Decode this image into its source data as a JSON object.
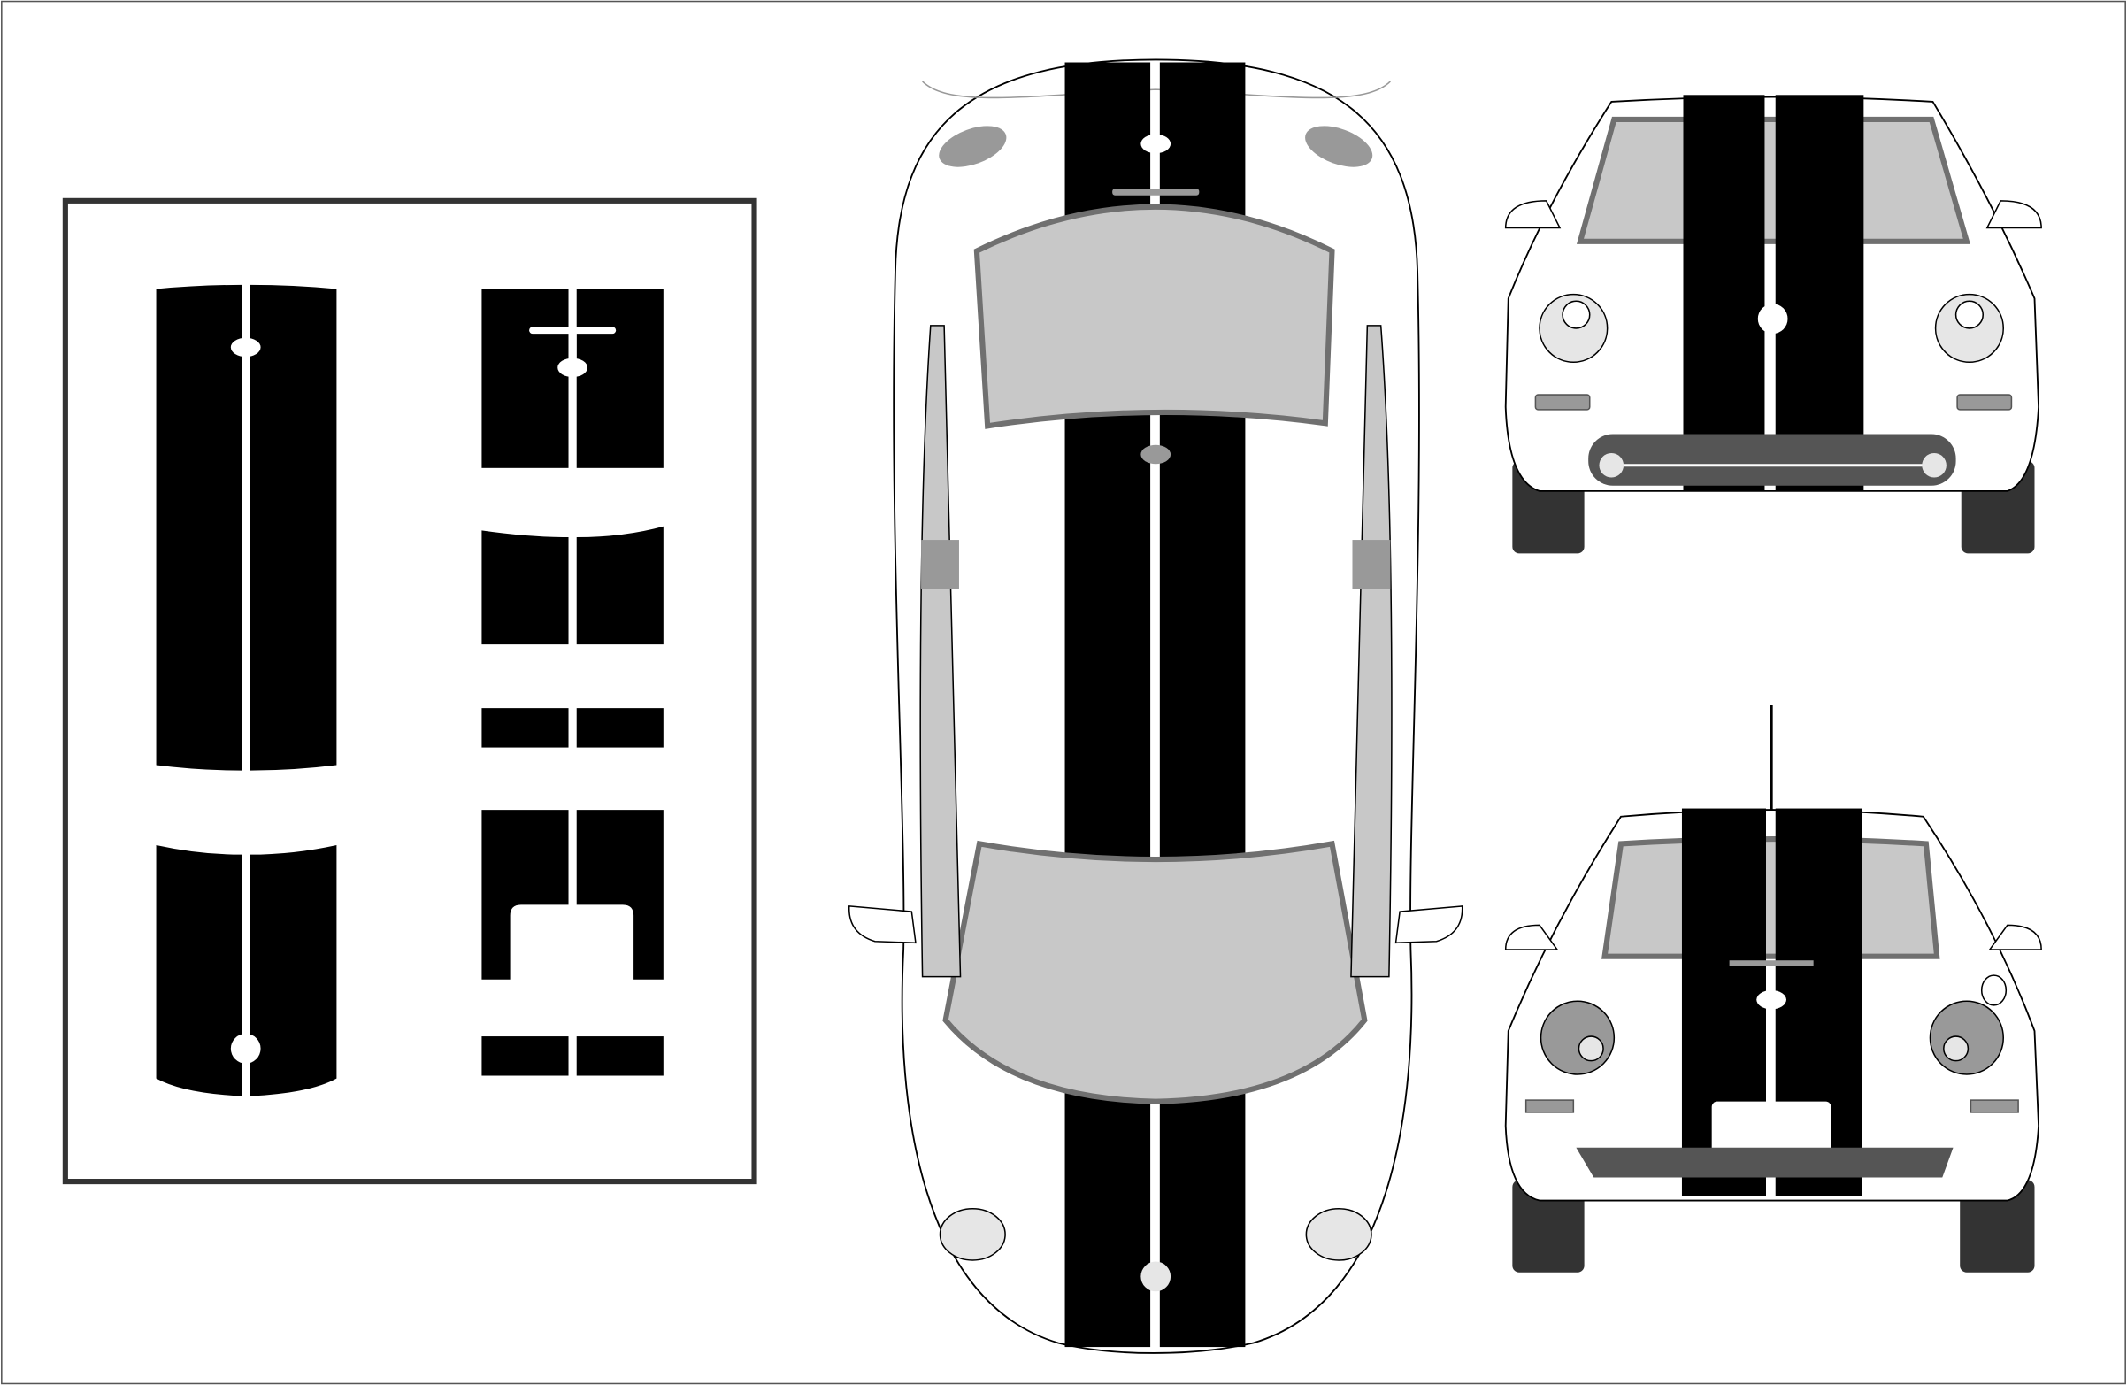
{
  "colors": {
    "stripe": "#000000",
    "glass": "#c8c8c8",
    "trim": "#707070",
    "tire": "#333333",
    "frame": "#333333",
    "body": "#ffffff",
    "light": "#e6e6e6"
  },
  "panels": {
    "decal_kit": {
      "pieces": [
        "hood-roof-stripe",
        "trunk-stripe",
        "cowl-stripe",
        "roof-rear-stripe",
        "spoiler-stripe",
        "rear-bumper-stripe",
        "front-bumper-stripe"
      ]
    },
    "views": [
      "top-view",
      "front-view",
      "rear-view"
    ]
  }
}
